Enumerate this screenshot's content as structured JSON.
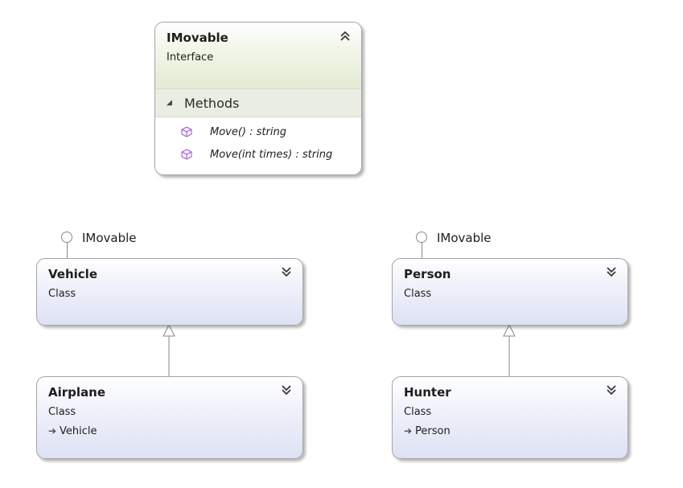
{
  "interface": {
    "name": "IMovable",
    "kind": "Interface",
    "collapse_icon": "chevron-double-up-icon",
    "compartment": {
      "title": "Methods",
      "members": [
        {
          "text": "Move() : string",
          "icon": "public-method-icon"
        },
        {
          "text": "Move(int times) : string",
          "icon": "public-method-icon"
        }
      ]
    }
  },
  "classes": {
    "vehicle": {
      "name": "Vehicle",
      "kind": "Class",
      "lollipop": "IMovable"
    },
    "person": {
      "name": "Person",
      "kind": "Class",
      "lollipop": "IMovable"
    },
    "airplane": {
      "name": "Airplane",
      "kind": "Class",
      "base": "Vehicle"
    },
    "hunter": {
      "name": "Hunter",
      "kind": "Class",
      "base": "Person"
    }
  },
  "colors": {
    "method_icon": "#9b59c6",
    "border": "#a5a5a5",
    "connector": "#8a8a8a"
  }
}
